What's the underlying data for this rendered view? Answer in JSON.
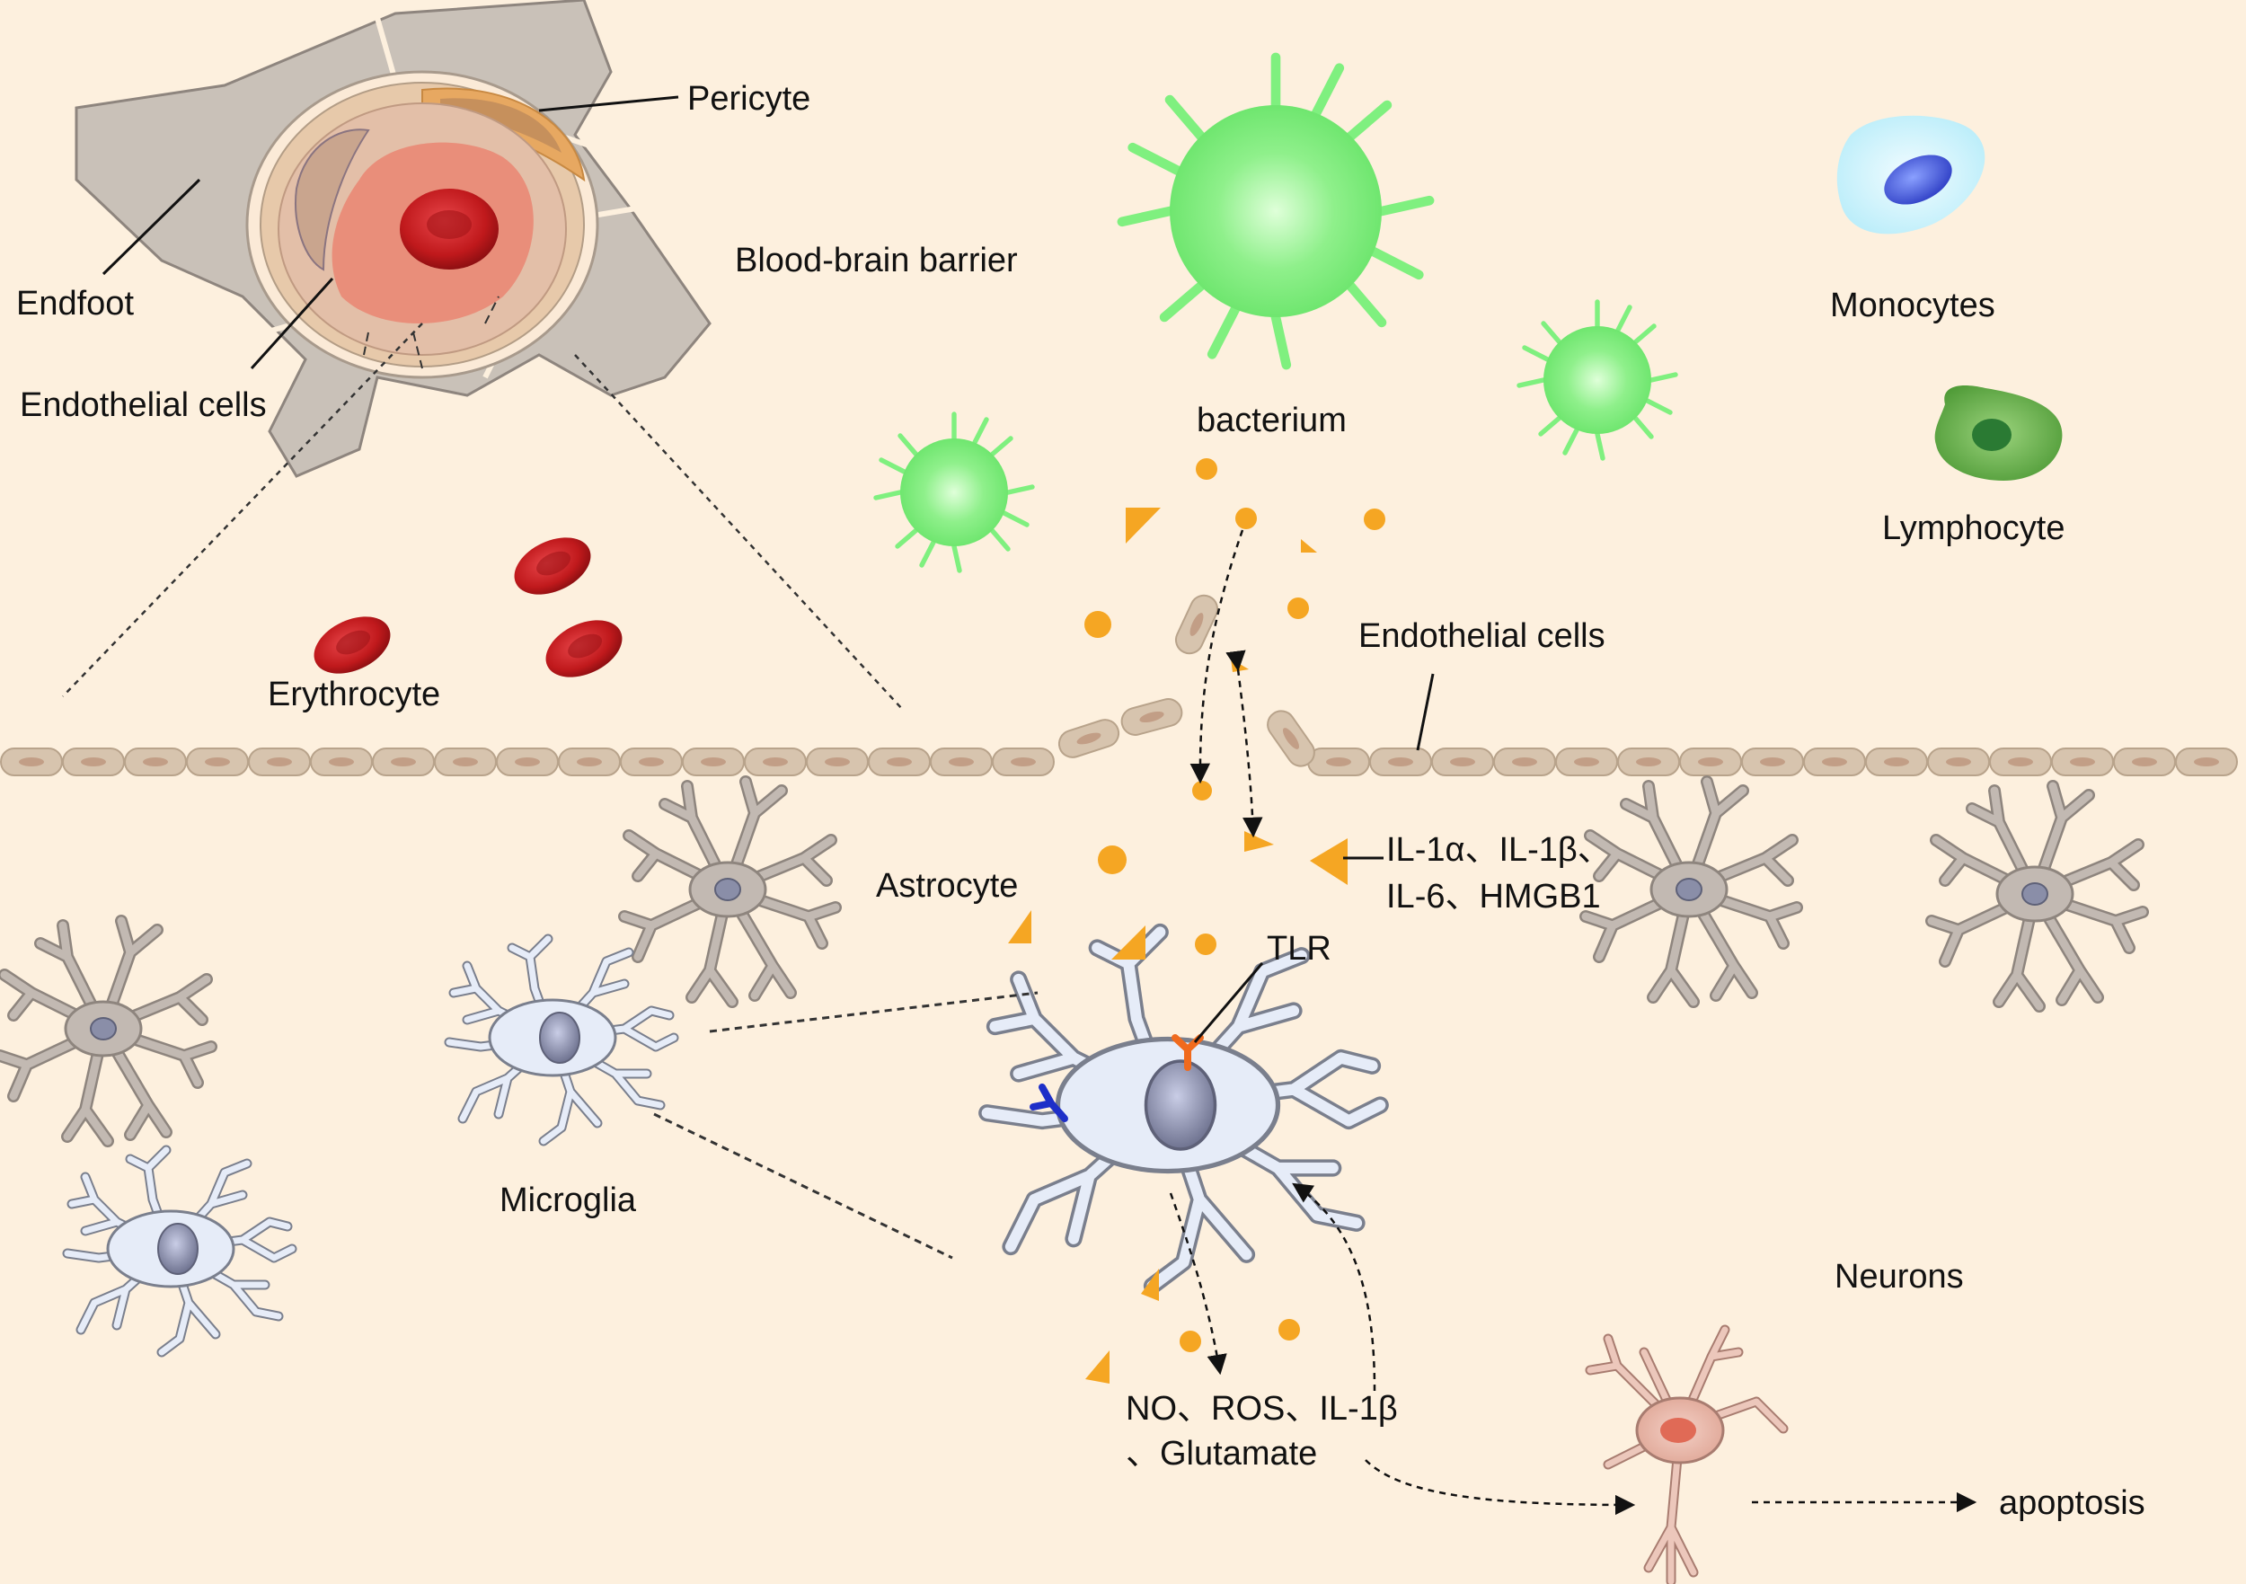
{
  "labels": {
    "pericyte": "Pericyte",
    "endfoot": "Endfoot",
    "endothelial_vessel": "Endothelial cells",
    "bbb": "Blood-brain barrier",
    "bacterium": "bacterium",
    "monocytes": "Monocytes",
    "lymphocyte": "Lymphocyte",
    "erythrocyte": "Erythrocyte",
    "endothelial_layer": "Endothelial cells",
    "astrocyte": "Astrocyte",
    "cytokines_line1": "IL-1α、IL-1β、",
    "cytokines_line2": "IL-6、HMGB1",
    "tlr": "TLR",
    "microglia": "Microglia",
    "neurons": "Neurons",
    "products_line1": "NO、ROS、IL-1β",
    "products_line2": "、Glutamate",
    "apoptosis": "apoptosis"
  },
  "colors": {
    "background": "#fdf0de",
    "bacterium_green": "#7ff07f",
    "cytokine_orange": "#f5a623",
    "erythrocyte_red": "#c0191c",
    "astrocyte_gray": "#b5aca6",
    "microglia_fill": "#e6ecf8",
    "endothelial_tan": "#d7c4ae",
    "endfoot_gray": "#c9c1b8",
    "monocyte_blue": "#c5f0fb",
    "lymphocyte_green": "#67b04a",
    "neuron_pink": "#e9b9ab",
    "tlr_orange": "#f06a1d",
    "receptor_blue": "#1e2fc8"
  }
}
